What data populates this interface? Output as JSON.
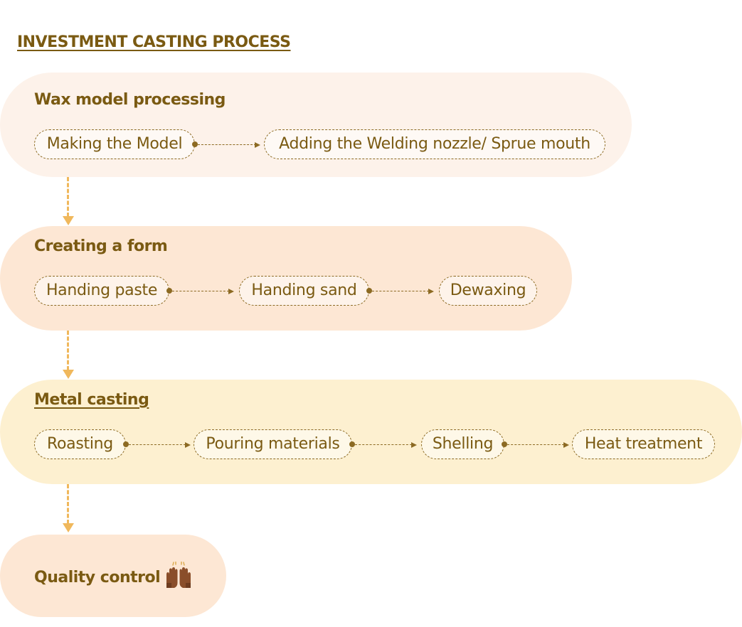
{
  "title": "INVESTMENT CASTING PROCESS",
  "colors": {
    "stage1_bg": "#fdf2ea",
    "stage2_bg": "#fde7d4",
    "stage3_bg": "#fdf0d0",
    "stage4_bg": "#fde7d4",
    "text": "#7a5a12",
    "connector": "#f0b85c"
  },
  "stages": [
    {
      "title": "Wax model processing",
      "steps": [
        "Making the Model",
        "Adding the Welding nozzle/ Sprue mouth"
      ]
    },
    {
      "title": "Creating a form",
      "steps": [
        "Handing paste",
        "Handing sand",
        "Dewaxing"
      ]
    },
    {
      "title": "Metal casting",
      "steps": [
        "Roasting",
        "Pouring materials",
        "Shelling",
        "Heat treatment"
      ]
    },
    {
      "title": "Quality control",
      "icon": "raising-hands-icon"
    }
  ]
}
